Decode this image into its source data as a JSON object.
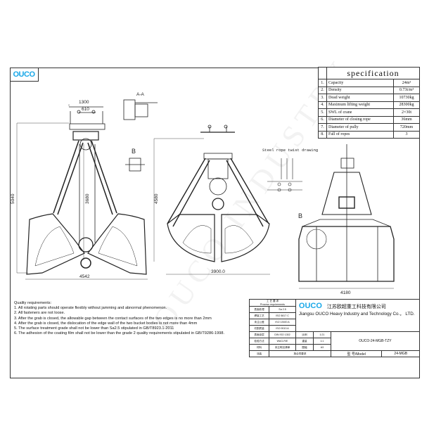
{
  "logo": "OUCO",
  "watermark": "OUCO INDUSTRY",
  "specification": {
    "title": "specification",
    "rows": [
      {
        "no": "1.",
        "item": "Capacity",
        "value": "24m³"
      },
      {
        "no": "2.",
        "item": "Density",
        "value": "0.73t/m³"
      },
      {
        "no": "3.",
        "item": "Dead weight",
        "value": "10730kg"
      },
      {
        "no": "4.",
        "item": "Maximum lifting weight",
        "value": "28300kg"
      },
      {
        "no": "5.",
        "item": "SWL of crane",
        "value": "2×30t"
      },
      {
        "no": "6.",
        "item": "Diameter of closing rope",
        "value": "36mm"
      },
      {
        "no": "7.",
        "item": "Diameter of pully",
        "value": "720mm"
      },
      {
        "no": "8.",
        "item": "Fall of ropes",
        "value": "3"
      }
    ]
  },
  "drawing": {
    "dim_1300": "1300",
    "dim_610": "610",
    "dim_5040": "5040",
    "dim_3680": "3680",
    "dim_4542": "4542",
    "dim_4580": "4580",
    "dim_3900": "3900.0",
    "dim_4180": "4180",
    "section_aa": "A-A",
    "detail_b": "B",
    "detail_b2": "B",
    "rope_twist_title": "Steel rope twist drawing"
  },
  "quality": {
    "title": "Quality requirements:",
    "items": [
      "1. All rotating parts should operate flexibly without jamming and abnormal phenomenon.",
      "2. All fasteners are not loose.",
      "3. After the grab is closed, the allowable gap between the contact surfaces of the two edges is no more than 2mm",
      "4. After the grab is closed, the dislocation of the edge wall of the two bucket bodies is not more than 4mm",
      "5. The surface treatment grade shall not be lower than Sa2.5 stipulated in GB/T8923.1-2011",
      "6. The adhesion of the coating film shall not be lower than the grade 2 quality requirements stipulated in GB/T9286-1998."
    ]
  },
  "title_block": {
    "header": "工 艺 要 求",
    "header_en": "Process requirements",
    "req_rows": [
      {
        "label": "表面处理",
        "value": "Sa 2.5"
      },
      {
        "label": "焊接工艺",
        "value": "ISO 5817 C"
      },
      {
        "label": "未注公差",
        "value": "ISO 13920 A"
      },
      {
        "label": "切割质量",
        "value": "ISO 9013 A"
      },
      {
        "label": "表面涂层",
        "value": "DIN ISO 1302"
      },
      {
        "label": "检验方法",
        "value": "WAG-R/E"
      },
      {
        "label": "材料",
        "value": "未注明见清单"
      },
      {
        "label": "涂装",
        "value": "按合同要求"
      }
    ],
    "company_logo": "OUCO",
    "company_cn": "江苏欧超重工科技有限公司",
    "company_en": "Jiangsu OUCO Heavy Industry and Technology Co.， LTD.",
    "scale_label": "比例",
    "scale": "1:21",
    "sheet_label": "重量",
    "sheet": "1:1",
    "size_label": "图幅",
    "size": "A3",
    "drawing_no": "OUCO-24-MGB-TZY",
    "model_label": "型 号/Model",
    "model": "24-MGB"
  }
}
